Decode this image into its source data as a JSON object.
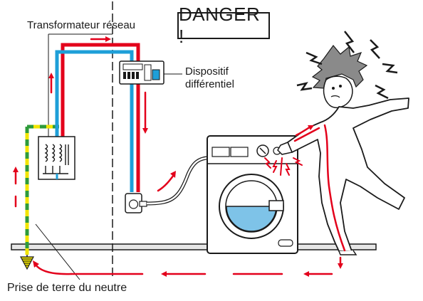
{
  "labels": {
    "transformer": "Transformateur réseau",
    "device_line1": "Dispositif",
    "device_line2": "différentiel",
    "danger": "DANGER !",
    "earth": "Prise de terre du neutre"
  },
  "colors": {
    "live_wire": "#e3001b",
    "neutral_wire": "#1e9fd8",
    "earth_yellow": "#f2e500",
    "earth_green": "#2e9b3a",
    "arrow": "#e3001b",
    "outline": "#1a1a1a",
    "water": "#7ec3e8",
    "hair": "#8a8a8a"
  },
  "icons": {
    "ground": "earth-ground-icon",
    "sparks": "electric-shock-sparks-icon"
  }
}
